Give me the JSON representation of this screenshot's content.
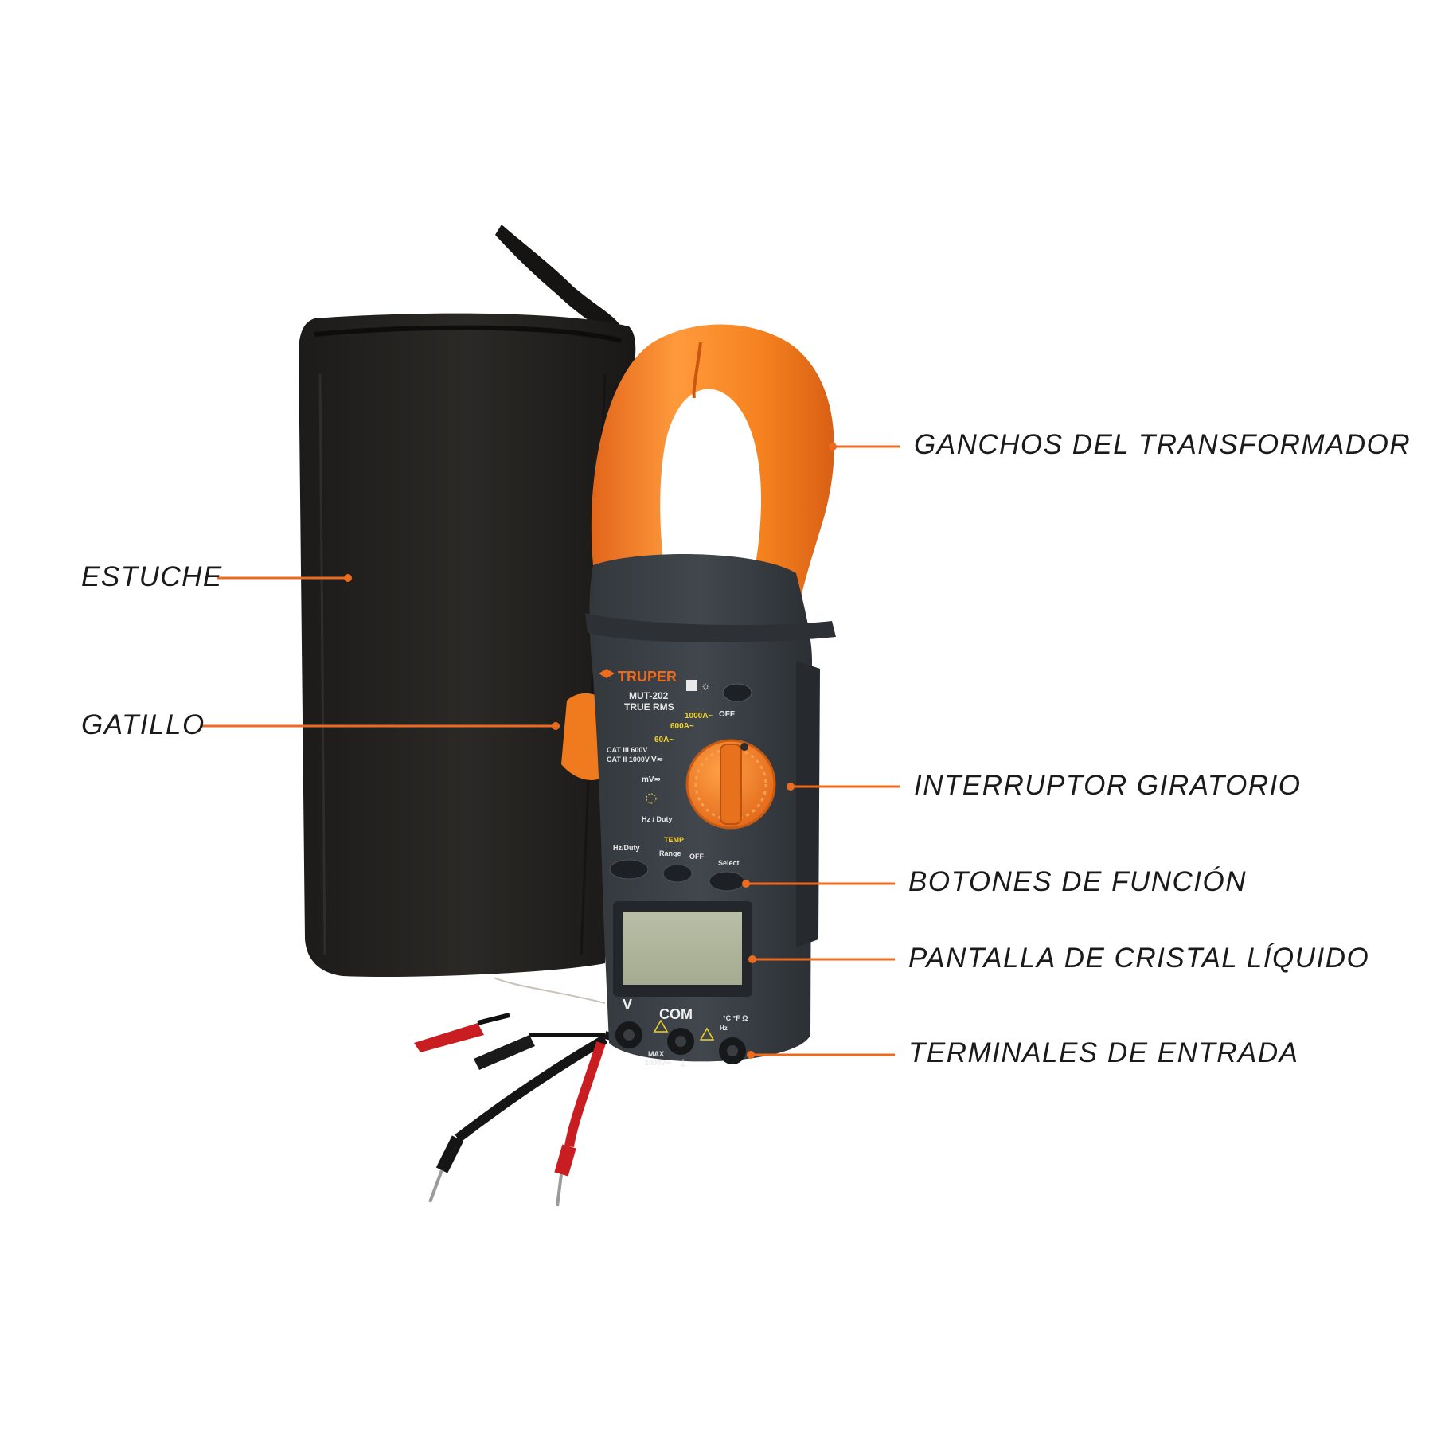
{
  "accent_color": "#ec6b1f",
  "callouts": {
    "ganchos": "GANCHOS DEL TRANSFORMADOR",
    "estuche": "ESTUCHE",
    "gatillo": "GATILLO",
    "interruptor": "INTERRUPTOR GIRATORIO",
    "botones": "BOTONES DE FUNCIÓN",
    "pantalla": "PANTALLA DE CRISTAL LÍQUIDO",
    "terminales": "TERMINALES DE ENTRADA"
  },
  "device": {
    "brand": "TRUPER",
    "model": "MUT-202",
    "subtitle": "TRUE RMS",
    "cat_line1": "CAT III 600V",
    "cat_line2": "CAT II 1000V",
    "dial": {
      "a1000": "1000A~",
      "a600": "600A~",
      "a60": "60A~",
      "off_top": "OFF",
      "v": "V≂",
      "mv": "mV≂",
      "hz": "Hz / Duty",
      "temp": "TEMP",
      "off_bottom": "OFF"
    },
    "buttons": {
      "hz_duty": "Hz/Duty",
      "range": "Range",
      "select": "Select"
    },
    "terminals": {
      "v": "V",
      "com": "COM",
      "max1": "MAX",
      "max2": "1000V≂",
      "right_line1": "°C °F Ω",
      "right_line2": "Hz"
    }
  }
}
